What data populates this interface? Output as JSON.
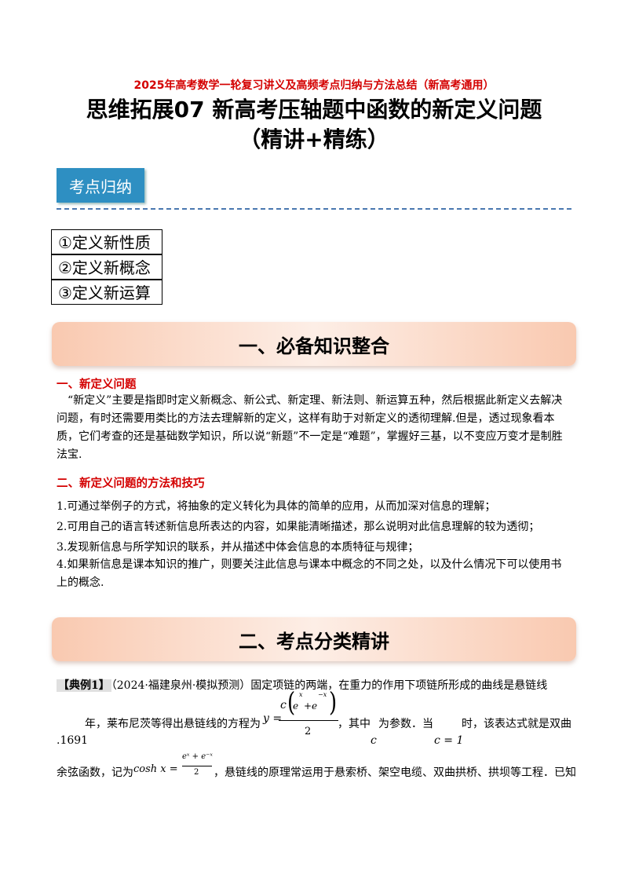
{
  "header": {
    "subtitle": "2025年高考数学一轮复习讲义及高频考点归纳与方法总结（新高考通用）",
    "title_line1": "思维拓展07 新高考压轴题中函数的新定义问题",
    "title_line2": "（精讲+精练）"
  },
  "kaodian": {
    "tag_label": "考点归纳",
    "items": [
      "①定义新性质",
      "②定义新概念",
      "③定义新运算"
    ]
  },
  "section1": {
    "banner": "一、必备知识整合",
    "h1": "一、新定义问题",
    "p1": "“新定义”主要是指即时定义新概念、新公式、新定理、新法则、新运算五种，然后根据此新定义去解决问题，有时还需要用类比的方法去理解新的定义，这样有助于对新定义的透彻理解.但是，透过现象看本质，它们考查的还是基础数学知识，所以说“新题”不一定是“难题”，掌握好三基，以不变应万变才是制胜法宝.",
    "h2": "二、新定义问题的方法和技巧",
    "tips": [
      "1.可通过举例子的方式，将抽象的定义转化为具体的简单的应用，从而加深对信息的理解；",
      "2.可用自己的语言转述新信息所表达的内容，如果能清晰描述，那么说明对此信息理解的较为透彻；",
      "3.发现新信息与所学知识的联系，并从描述中体会信息的本质特征与规律；",
      "4.如果新信息是课本知识的推广，则要关注此信息与课本中概念的不同之处，以及什么情况下可以使用书上的概念."
    ]
  },
  "section2": {
    "banner": "二、考点分类精讲",
    "example_label": "【典例1】",
    "example_src": "（2024·福建泉州·模拟预测）固定项链的两端，在重力的作用下项链所形成的曲线是悬链线",
    "year": ".1691",
    "nian": "年，莱布尼茨等得出悬链线的方程为",
    "y_eq": "y =",
    "c_var": "c",
    "e_base": "e",
    "x_var": "x",
    "minus_x": "−x",
    "plus": "+",
    "den2": "2",
    "qizhong": "，其中",
    "c_sym": "c",
    "wei_canshu": "为参数．当",
    "c_eq_1": "c = 1",
    "shi": "时，该表达式就是双曲",
    "yuxian": "余弦函数，记为",
    "cosh": "cosh x =",
    "ex_sum": "eˣ + e⁻ˣ",
    "tail": "，悬链线的原理常运用于悬索桥、架空电缆、双曲拱桥、拱坝等工程．已知"
  }
}
